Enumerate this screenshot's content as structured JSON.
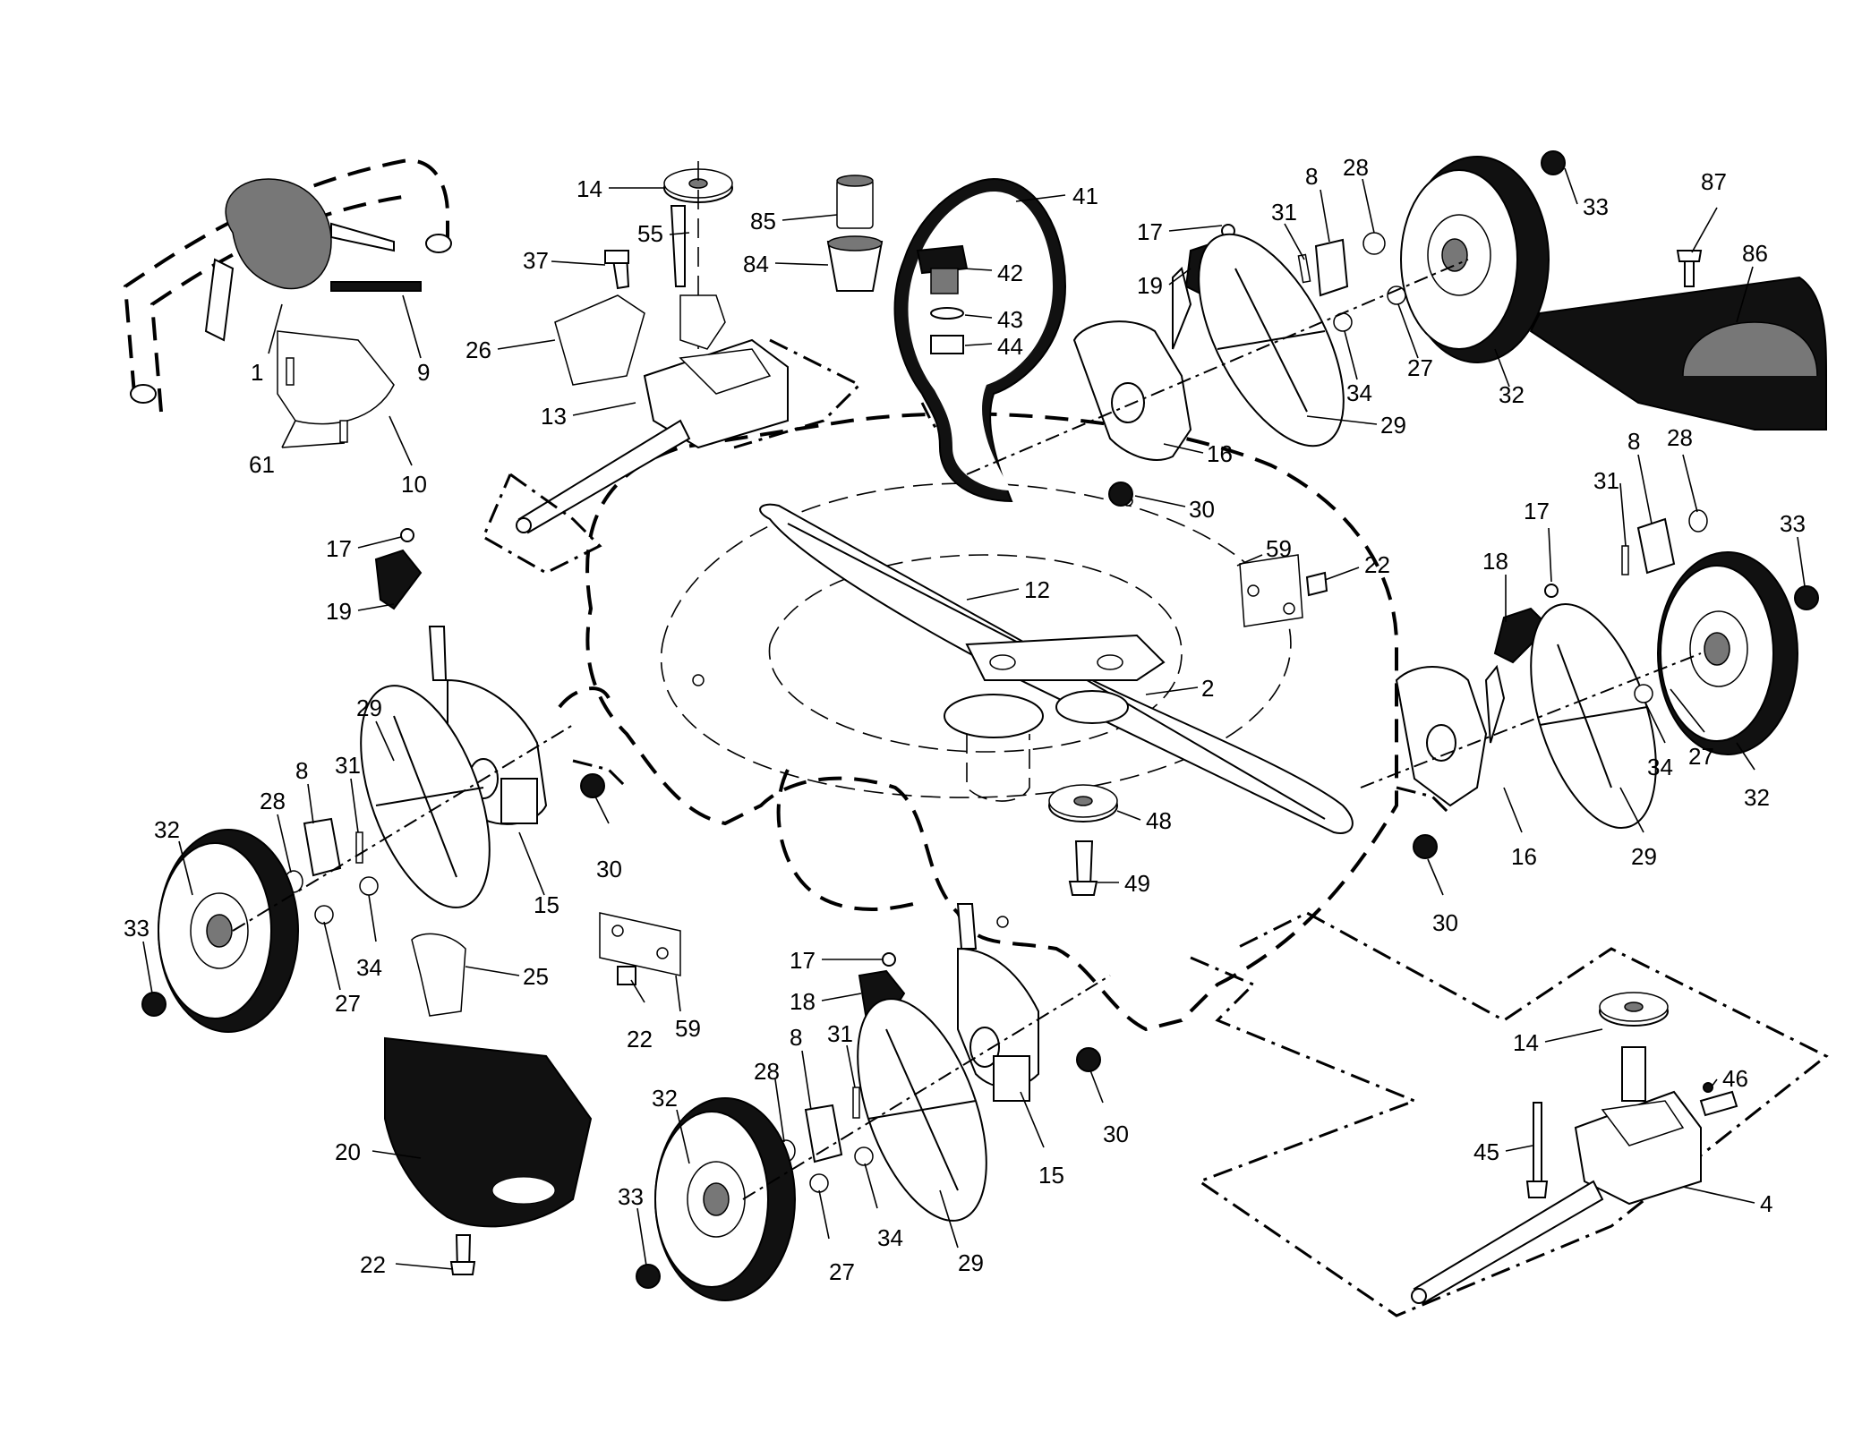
{
  "labels": [
    "1",
    "9",
    "61",
    "10",
    "14",
    "55",
    "37",
    "26",
    "13",
    "85",
    "84",
    "41",
    "42",
    "43",
    "44",
    "17",
    "19",
    "31",
    "8",
    "28",
    "33",
    "32",
    "27",
    "34",
    "29",
    "16",
    "30",
    "87",
    "86",
    "12",
    "2",
    "59",
    "22",
    "18",
    "17",
    "31",
    "8",
    "28",
    "33",
    "27",
    "34",
    "32",
    "29",
    "16",
    "30",
    "48",
    "49",
    "17",
    "19",
    "29",
    "8",
    "31",
    "28",
    "32",
    "33",
    "27",
    "34",
    "15",
    "30",
    "25",
    "22",
    "59",
    "20",
    "22",
    "17",
    "18",
    "8",
    "31",
    "28",
    "32",
    "33",
    "27",
    "34",
    "29",
    "15",
    "30",
    "14",
    "46",
    "45",
    "4"
  ]
}
